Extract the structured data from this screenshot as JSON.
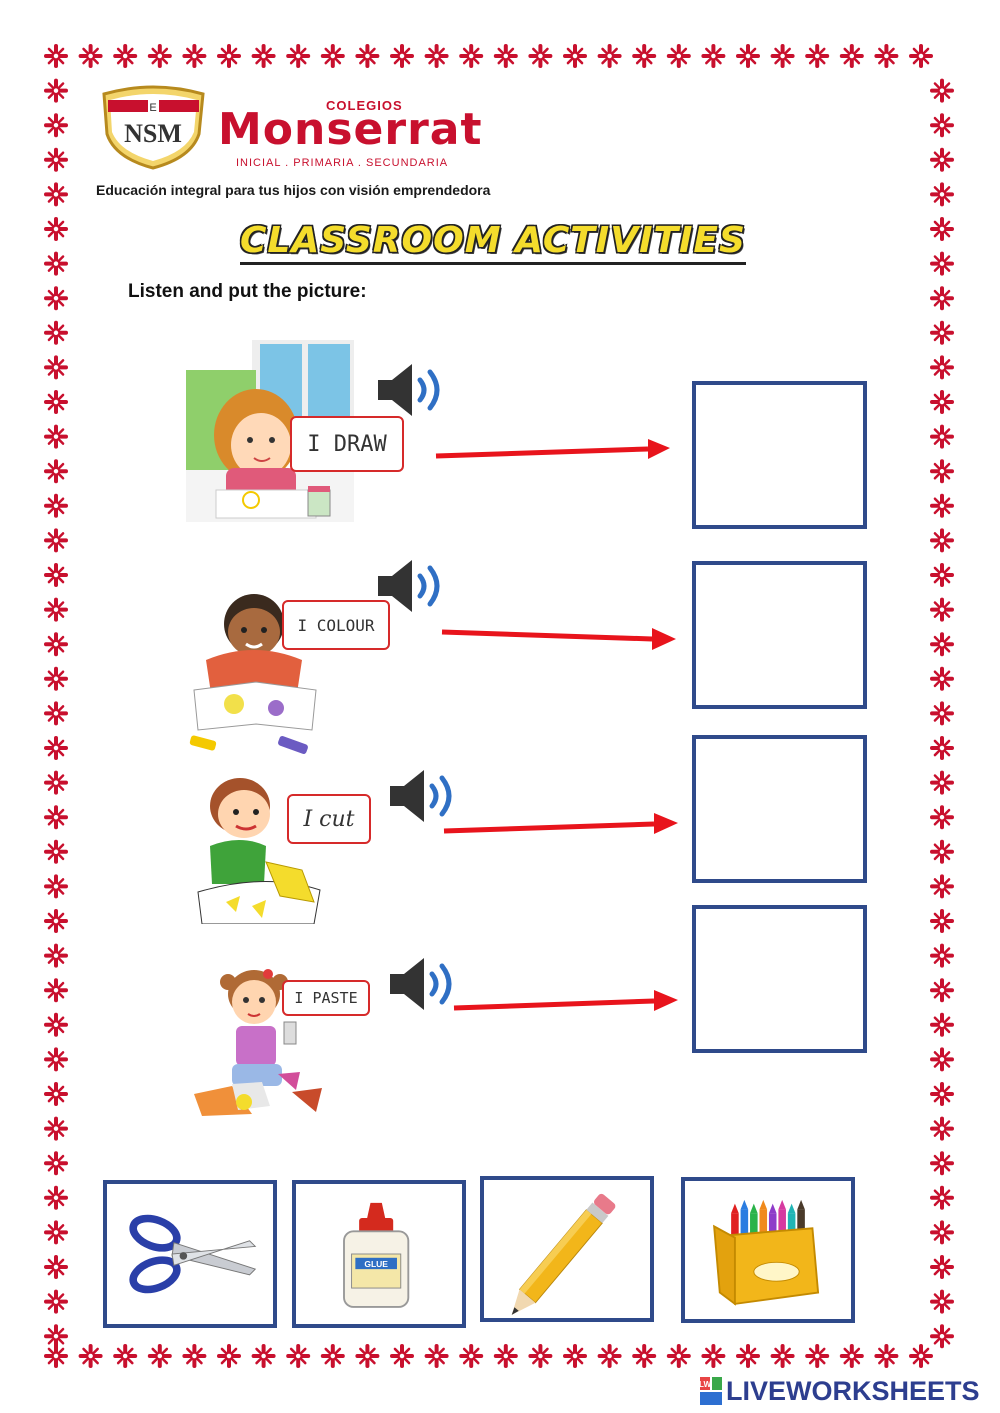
{
  "header": {
    "brand_small": "COLEGIOS",
    "brand_name": "Monserrat",
    "brand_levels": "INICIAL . PRIMARIA . SECUNDARIA",
    "logo_letters": "NSM",
    "logo_top_letter": "E",
    "slogan": "Educación integral para tus hijos con visión emprendedora"
  },
  "title": "CLASSROOM ACTIVITIES",
  "instruction": "Listen and put the picture:",
  "activities": [
    {
      "label": "I DRAW",
      "icon": "speaker-icon"
    },
    {
      "label": "I COLOUR",
      "icon": "speaker-icon"
    },
    {
      "label": "I cut",
      "icon": "speaker-icon"
    },
    {
      "label": "I PASTE",
      "icon": "speaker-icon"
    }
  ],
  "tools": [
    {
      "name": "scissors-icon"
    },
    {
      "name": "glue-bottle-icon",
      "label": "GLUE"
    },
    {
      "name": "pencil-icon"
    },
    {
      "name": "crayon-box-icon"
    }
  ],
  "footer": {
    "brand": "LIVEWORKSHEETS",
    "mark_letters": "LW"
  },
  "colors": {
    "border": "#c8102e",
    "box": "#2f4a8a",
    "arrow": "#e8141c",
    "title": "#f4dc2c"
  }
}
